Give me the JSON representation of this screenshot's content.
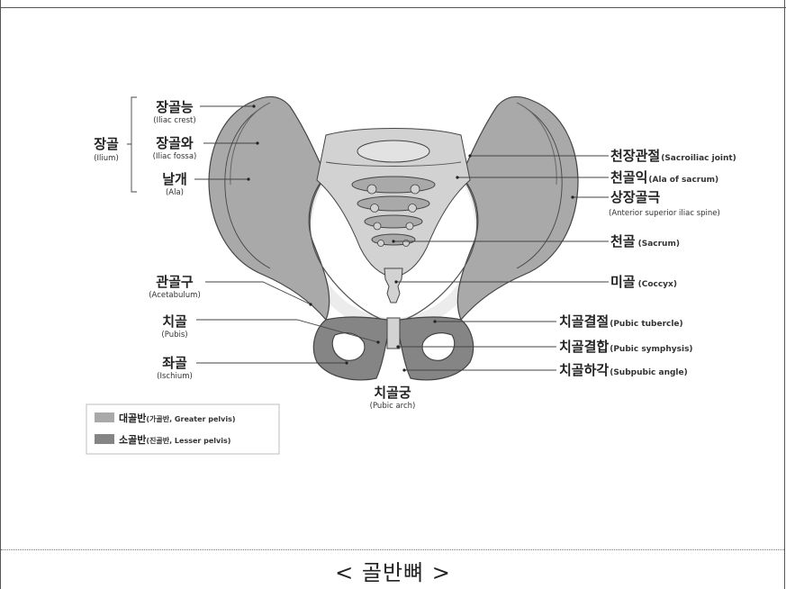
{
  "colors": {
    "greater_pelvis": "#a9a9a9",
    "lesser_pelvis": "#858585",
    "sacrum_light": "#d2d2d2",
    "outline": "#444444"
  },
  "labels": {
    "ilium_group": {
      "ko": "장골",
      "en": "(Ilium)"
    },
    "iliac_crest": {
      "ko": "장골능",
      "en": "(Iliac crest)"
    },
    "iliac_fossa": {
      "ko": "장골와",
      "en": "(Iliac fossa)"
    },
    "ala": {
      "ko": "날개",
      "en": "(Ala)"
    },
    "acetabulum": {
      "ko": "관골구",
      "en": "(Acetabulum)"
    },
    "pubis": {
      "ko": "치골",
      "en": "(Pubis)"
    },
    "ischium": {
      "ko": "좌골",
      "en": "(Ischium)"
    },
    "pubic_arch": {
      "ko": "치골궁",
      "en": "(Pubic arch)"
    },
    "sacroiliac_joint": {
      "ko": "천장관절",
      "en": "(Sacroiliac joint)"
    },
    "ala_of_sacrum": {
      "ko": "천골익",
      "en": "(Ala of sacrum)"
    },
    "asis": {
      "ko": "상장골극",
      "en": "(Anterior superior iliac spine)"
    },
    "sacrum": {
      "ko": "천골",
      "en": "(Sacrum)"
    },
    "coccyx": {
      "ko": "미골",
      "en": "(Coccyx)"
    },
    "pubic_tubercle": {
      "ko": "치골결절",
      "en": "(Pubic tubercle)"
    },
    "pubic_symphysis": {
      "ko": "치골결합",
      "en": "(Pubic symphysis)"
    },
    "subpubic_angle": {
      "ko": "치골하각",
      "en": "(Subpubic angle)"
    }
  },
  "legend": [
    {
      "ko": "대골반",
      "en": "(가골반, Greater pelvis)",
      "color": "#a9a9a9"
    },
    {
      "ko": "소골반",
      "en": "(진골반, Lesser pelvis)",
      "color": "#858585"
    }
  ],
  "caption": "< 골반뼈 >"
}
